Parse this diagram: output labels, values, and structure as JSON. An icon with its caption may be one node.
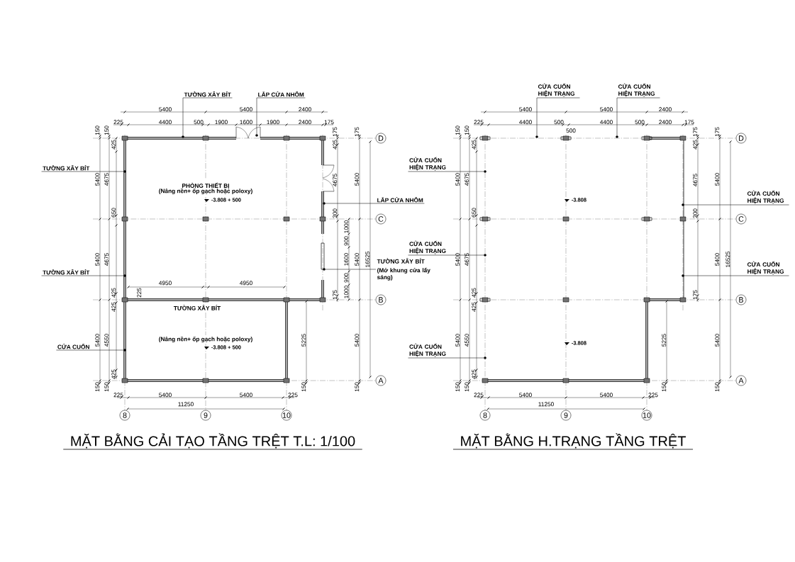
{
  "diagram": {
    "nodes": [
      {
        "text": [
          "TƯỜNG XÂY BÍT"
        ]
      },
      {
        "text": [
          "LẮP CỬA NHÔM"
        ]
      },
      {
        "text": [
          "TƯỜNG XÂY BÍT"
        ]
      },
      {
        "text": [
          "LẮP CỬA NHÔM"
        ]
      },
      {
        "text": [
          "TƯỜNG XÂY BÍT"
        ]
      },
      {
        "text": [
          "TƯỜNG XÂY BÍT",
          "(Mở khung cửa lấy sáng)"
        ]
      },
      {
        "text": [
          "CỬA CUỐN"
        ]
      },
      {
        "text": [
          "D"
        ]
      },
      {
        "text": [
          "C"
        ]
      },
      {
        "text": [
          "B"
        ]
      },
      {
        "text": [
          "A"
        ]
      },
      {
        "text": [
          "8"
        ]
      },
      {
        "text": [
          "9"
        ]
      },
      {
        "text": [
          "10"
        ]
      },
      {
        "text": [
          "CỬA CUỐN HIỆN TRẠNG"
        ]
      },
      {
        "text": [
          "CỬA CUỐN HIỆN TRẠNG"
        ]
      },
      {
        "text": [
          "CỬA CUỐN HIỆN TRẠNG"
        ]
      },
      {
        "text": [
          "CỬA CUỐN HIỆN TRẠNG"
        ]
      },
      {
        "text": [
          "CỬA CUỐN HIỆN TRẠNG"
        ]
      },
      {
        "text": [
          "CỬA CUỐN HIỆN TRẠNG"
        ]
      },
      {
        "text": [
          "CỬA CUỐN HIỆN TRẠNG"
        ]
      },
      {
        "text": [
          "D"
        ]
      },
      {
        "text": [
          "C"
        ]
      },
      {
        "text": [
          "B"
        ]
      },
      {
        "text": [
          "A"
        ]
      },
      {
        "text": [
          "8"
        ]
      },
      {
        "text": [
          "9"
        ]
      },
      {
        "text": [
          "10"
        ]
      },
      {
        "text": [],
        "shape": "circle"
      },
      {
        "text": [],
        "shape": "circle"
      },
      {
        "text": [],
        "shape": "circle"
      },
      {
        "text": [],
        "shape": "circle"
      },
      {
        "text": [],
        "shape": "circle"
      },
      {
        "text": [],
        "shape": "circle"
      },
      {
        "text": [],
        "shape": "circle"
      },
      {
        "text": [],
        "shape": "circle"
      },
      {
        "text": [],
        "shape": "circle"
      },
      {
        "text": [],
        "shape": "circle"
      },
      {
        "text": [],
        "shape": "circle"
      },
      {
        "text": [],
        "shape": "circle"
      },
      {
        "text": [],
        "shape": "circle"
      },
      {
        "text": [],
        "shape": "circle"
      }
    ],
    "edges": [
      {
        "from": 0,
        "to": 28,
        "arrow": "none"
      },
      {
        "from": 1,
        "to": 29,
        "arrow": "none"
      },
      {
        "from": 2,
        "to": 30,
        "arrow": "none"
      },
      {
        "from": 3,
        "to": 31,
        "arrow": "none"
      },
      {
        "from": 4,
        "to": 32,
        "arrow": "none"
      },
      {
        "from": 5,
        "to": 33,
        "arrow": "none"
      },
      {
        "from": 6,
        "to": 34,
        "arrow": "none"
      },
      {
        "from": 14,
        "to": 35,
        "arrow": "none"
      },
      {
        "from": 15,
        "to": 36,
        "arrow": "none"
      },
      {
        "from": 16,
        "to": 37,
        "arrow": "none"
      },
      {
        "from": 17,
        "to": 38,
        "arrow": "none"
      },
      {
        "from": 18,
        "to": 39,
        "arrow": "none"
      },
      {
        "from": 19,
        "to": 40,
        "arrow": "none"
      },
      {
        "from": 20,
        "to": 41,
        "arrow": "none"
      }
    ],
    "labels": [
      "PHÒNG THIẾT BỊ",
      "(Nâng nền+ ốp gạch hoặc poloxy)",
      "-3.808 + 500",
      "TƯỜNG XÂY BÍT",
      "(Nâng nền+ ốp gạch hoặc poloxy)",
      "-3.808 + 500",
      "5400",
      "5400",
      "2400",
      "225",
      "4400",
      "500",
      "1900",
      "1600",
      "1900",
      "2400",
      "175",
      "150",
      "5400",
      "5400",
      "5400",
      "150",
      "150",
      "4675",
      "4675",
      "4550",
      "150",
      "425",
      "650",
      "425",
      "425",
      "425",
      "4950",
      "4950",
      "225",
      "175",
      "425",
      "4675",
      "300",
      "1000",
      "900",
      "1600",
      "900",
      "175",
      "1000",
      "5225",
      "150",
      "175",
      "5400",
      "5400",
      "5400",
      "150",
      "16525",
      "225",
      "5400",
      "5400",
      "225",
      "11250",
      "MẶT BẰNG CẢI TẠO TẦNG TRỆT T.L: 1/100",
      "-3.808",
      "-3.808",
      "5400",
      "5400",
      "2400",
      "225",
      "4400",
      "500",
      "4400",
      "500",
      "2400",
      "175",
      "500",
      "150",
      "5400",
      "5400",
      "5400",
      "150",
      "150",
      "4675",
      "4675",
      "4550",
      "150",
      "425",
      "650",
      "425",
      "425",
      "425",
      "175",
      "425",
      "4675",
      "300",
      "175",
      "5225",
      "150",
      "175",
      "5400",
      "5400",
      "5400",
      "150",
      "16525",
      "225",
      "5400",
      "5400",
      "225",
      "11250",
      "MẶT BẰNG H.TRẠNG TẦNG TRỆT"
    ]
  }
}
